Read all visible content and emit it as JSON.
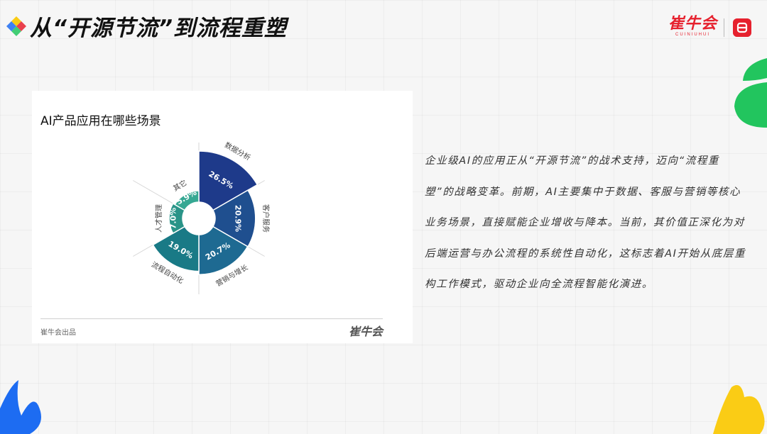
{
  "header": {
    "title": "从“开源节流”到流程重塑",
    "brand_name": "崔牛会",
    "brand_sub": "CUINIUHUI"
  },
  "card": {
    "title": "AI产品应用在哪些场景",
    "source": "崔牛会出品",
    "watermark": "崔牛会"
  },
  "summary": "企业级AI的应用正从“开源节流”的战术支持，迈向“流程重塑”的战略变革。前期，AI主要集中于数据、客服与营销等核心业务场景，直接赋能企业增收与降本。当前，其价值正深化为对后端运营与办公流程的系统性自动化，这标志着AI开始从底层重构工作模式，驱动企业向全流程智能化演进。",
  "colors": {
    "brand_red": "#e6212e",
    "palette": [
      "#1e3a8a",
      "#1f4f8f",
      "#1e6a92",
      "#197a86",
      "#2a9488",
      "#36a893"
    ],
    "deco_green": "#22c55e",
    "deco_blue": "#1d6cf2",
    "deco_yellow": "#facc15"
  },
  "chart_data": {
    "type": "pie",
    "variant": "nightingale-rose",
    "title": "AI产品应用在哪些场景",
    "categories": [
      "数据分析",
      "客户服务",
      "营销与增长",
      "流程自动化",
      "人才管理",
      "其它"
    ],
    "values": [
      26.5,
      20.9,
      20.7,
      19.0,
      7.0,
      5.9
    ],
    "labels": [
      "26.5%",
      "20.9%",
      "20.7%",
      "19.0%",
      "7.0%",
      "5.9%"
    ],
    "unit": "%"
  }
}
